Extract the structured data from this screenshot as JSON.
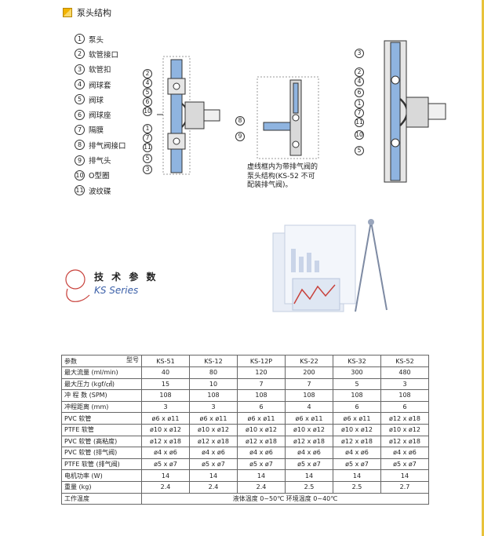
{
  "section": {
    "title": "泵头结构"
  },
  "parts": [
    {
      "num": "1",
      "label": "泵头"
    },
    {
      "num": "2",
      "label": "软管接口"
    },
    {
      "num": "3",
      "label": "软管扣"
    },
    {
      "num": "4",
      "label": "阀球套"
    },
    {
      "num": "5",
      "label": "阀球"
    },
    {
      "num": "6",
      "label": "阀球座"
    },
    {
      "num": "7",
      "label": "隔膜"
    },
    {
      "num": "8",
      "label": "排气阀接口"
    },
    {
      "num": "9",
      "label": "排气头"
    },
    {
      "num": "10",
      "label": "O型圈"
    },
    {
      "num": "11",
      "label": "波纹碟"
    }
  ],
  "callouts": {
    "left": [
      "2",
      "4",
      "5",
      "6",
      "10",
      "1",
      "7",
      "11",
      "5",
      "3"
    ],
    "middle": [
      "8",
      "9"
    ],
    "right": [
      "3",
      "2",
      "4",
      "6",
      "1",
      "7",
      "11",
      "10",
      "5"
    ]
  },
  "note": {
    "line1": "虚线框内为带排气阀的",
    "line2": "泵头结构(KS-52 不可",
    "line3": "配装排气阀)。"
  },
  "specs_header": {
    "title": "技 术 参 数",
    "series": "KS Series"
  },
  "table": {
    "corner_left": "参数",
    "corner_right": "型号",
    "models": [
      "KS-51",
      "KS-12",
      "KS-12P",
      "KS-22",
      "KS-32",
      "KS-52"
    ],
    "rows": [
      {
        "label": "最大流量 (ml/min)",
        "values": [
          "40",
          "80",
          "120",
          "200",
          "300",
          "480"
        ]
      },
      {
        "label": "最大压力 (kgf/㎠)",
        "values": [
          "15",
          "10",
          "7",
          "7",
          "5",
          "3"
        ]
      },
      {
        "label": "冲 程 数 (SPM)",
        "values": [
          "108",
          "108",
          "108",
          "108",
          "108",
          "108"
        ]
      },
      {
        "label": "冲程距离 (mm)",
        "values": [
          "3",
          "3",
          "6",
          "4",
          "6",
          "6"
        ]
      },
      {
        "label": "PVC 软管",
        "values": [
          "ø6 x ø11",
          "ø6 x ø11",
          "ø6 x ø11",
          "ø6 x ø11",
          "ø6 x ø11",
          "ø12 x ø18"
        ]
      },
      {
        "label": "PTFE 软管",
        "values": [
          "ø10 x ø12",
          "ø10 x ø12",
          "ø10 x ø12",
          "ø10 x ø12",
          "ø10 x ø12",
          "ø10 x ø12"
        ]
      },
      {
        "label": "PVC 软管 (高粘度)",
        "values": [
          "ø12 x ø18",
          "ø12 x ø18",
          "ø12 x ø18",
          "ø12 x ø18",
          "ø12 x ø18",
          "ø12 x ø18"
        ]
      },
      {
        "label": "PVC 软管 (排气阀)",
        "values": [
          "ø4 x ø6",
          "ø4 x ø6",
          "ø4 x ø6",
          "ø4 x ø6",
          "ø4 x ø6",
          "ø4 x ø6"
        ]
      },
      {
        "label": "PTFE 软管 (排气阀)",
        "values": [
          "ø5 x ø7",
          "ø5 x ø7",
          "ø5 x ø7",
          "ø5 x ø7",
          "ø5 x ø7",
          "ø5 x ø7"
        ]
      },
      {
        "label": "电机功率 (W)",
        "values": [
          "14",
          "14",
          "14",
          "14",
          "14",
          "14"
        ]
      },
      {
        "label": "重量 (kg)",
        "values": [
          "2.4",
          "2.4",
          "2.4",
          "2.5",
          "2.5",
          "2.7"
        ]
      }
    ],
    "temp_label": "工作温度",
    "temp_value": "液体温度 0~50℃ 环境温度 0~40℃"
  },
  "colors": {
    "accent": "#3a5fa8",
    "fluid": "#8fb4e0",
    "section_icon": "#f2b300"
  }
}
